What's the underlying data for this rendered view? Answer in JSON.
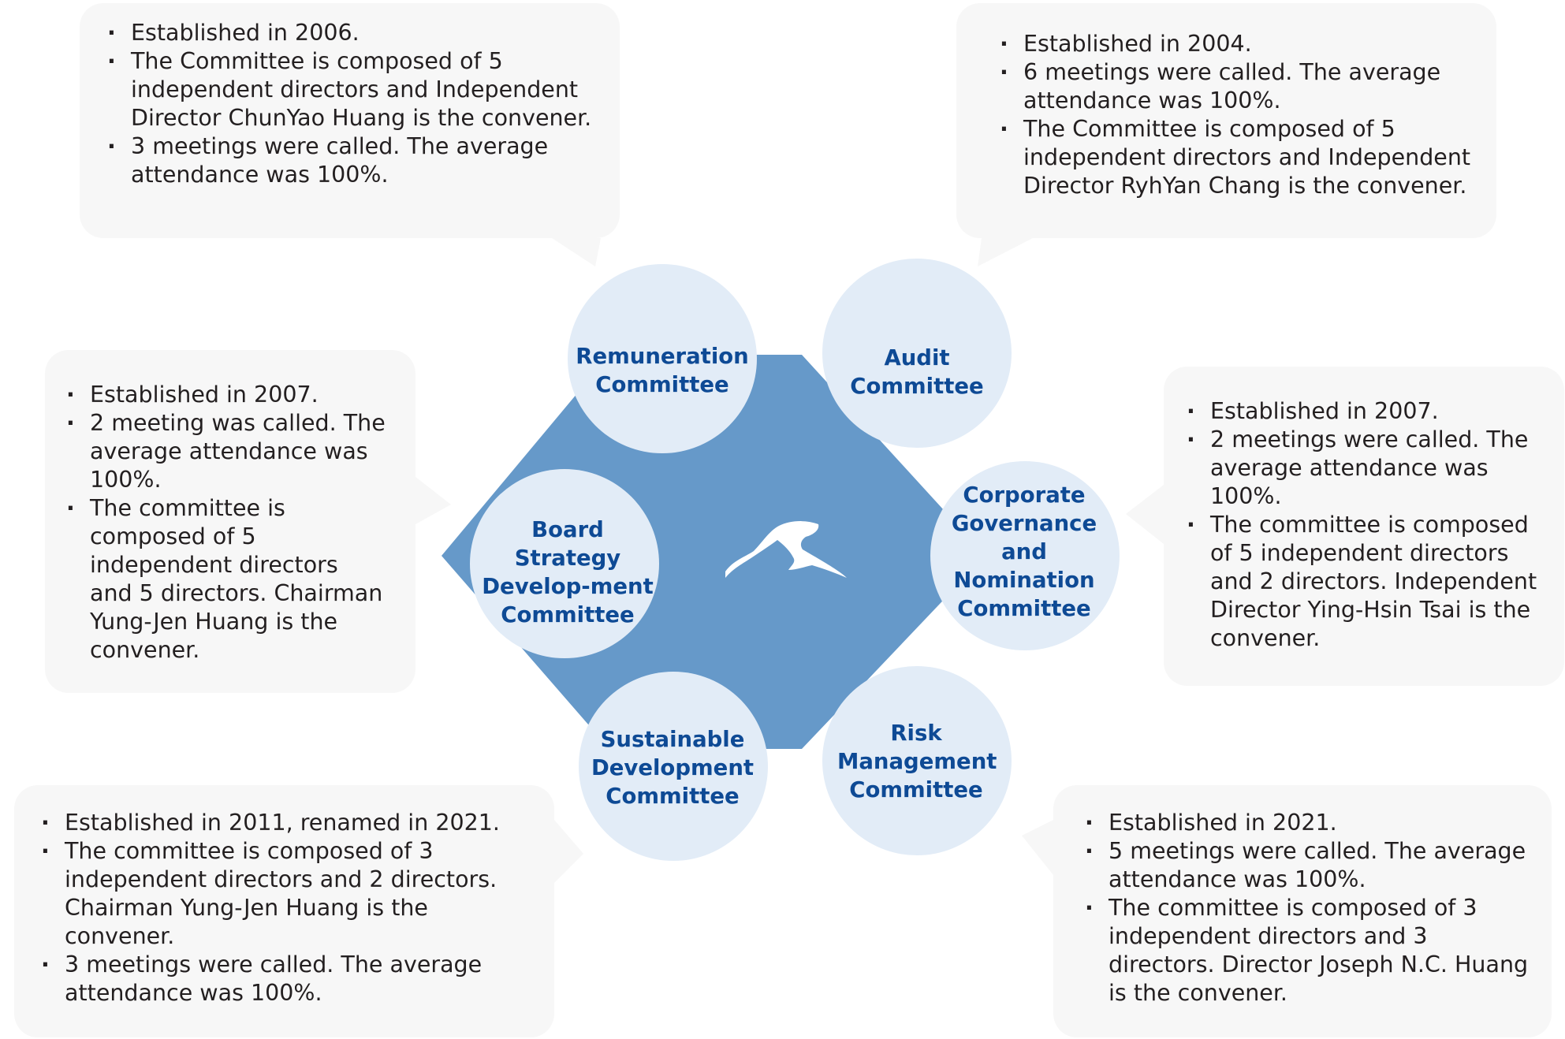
{
  "colors": {
    "hexagon": "#6699c9",
    "circle": "#e2ecf7",
    "callout_bg": "#f7f7f7",
    "title_text": "#0e4a95",
    "body_text": "#231f20",
    "logo": "#ffffff"
  },
  "center": {
    "logo_icon": "bird-logo-icon"
  },
  "committees": [
    {
      "id": "remuneration",
      "name": "Remuneration Committee",
      "details": [
        "Established in 2006.",
        "The Committee is composed of 5 independent directors and Independent Director ChunYao Huang is the convener.",
        "3 meetings were called. The average attendance was 100%."
      ]
    },
    {
      "id": "audit",
      "name": "Audit Committee",
      "details": [
        "Established in 2004.",
        "6 meetings were called. The average attendance was 100%.",
        "The Committee is composed of 5 independent directors and Independent Director RyhYan Chang is the convener."
      ]
    },
    {
      "id": "corporate-governance",
      "name": "Corporate Governance and Nomination Committee",
      "details": [
        "Established in 2007.",
        "2 meetings were called. The average attendance was 100%.",
        "The committee is composed of 5 independent directors and 2 directors. Independent Director Ying-Hsin Tsai is the convener."
      ]
    },
    {
      "id": "risk-management",
      "name": "Risk Management Committee",
      "details": [
        "Established in 2021.",
        "5 meetings were called. The average attendance was 100%.",
        "The committee is composed of 3 independent directors and 3 directors. Director Joseph N.C. Huang is the convener."
      ]
    },
    {
      "id": "sustainable-development",
      "name": "Sustainable Development Committee",
      "details": [
        "Established in 2011, renamed in 2021.",
        "The committee is composed of 3 independent directors and 2 directors. Chairman Yung-Jen Huang is the convener.",
        "3 meetings were called. The average attendance was 100%."
      ]
    },
    {
      "id": "board-strategy",
      "name": "Board Strategy Develop-ment Committee",
      "details": [
        "Established in 2007.",
        "2 meeting was called. The average attendance was 100%.",
        "The committee is composed of 5 independent directors and 5 directors. Chairman Yung-Jen Huang is the convener."
      ]
    }
  ]
}
